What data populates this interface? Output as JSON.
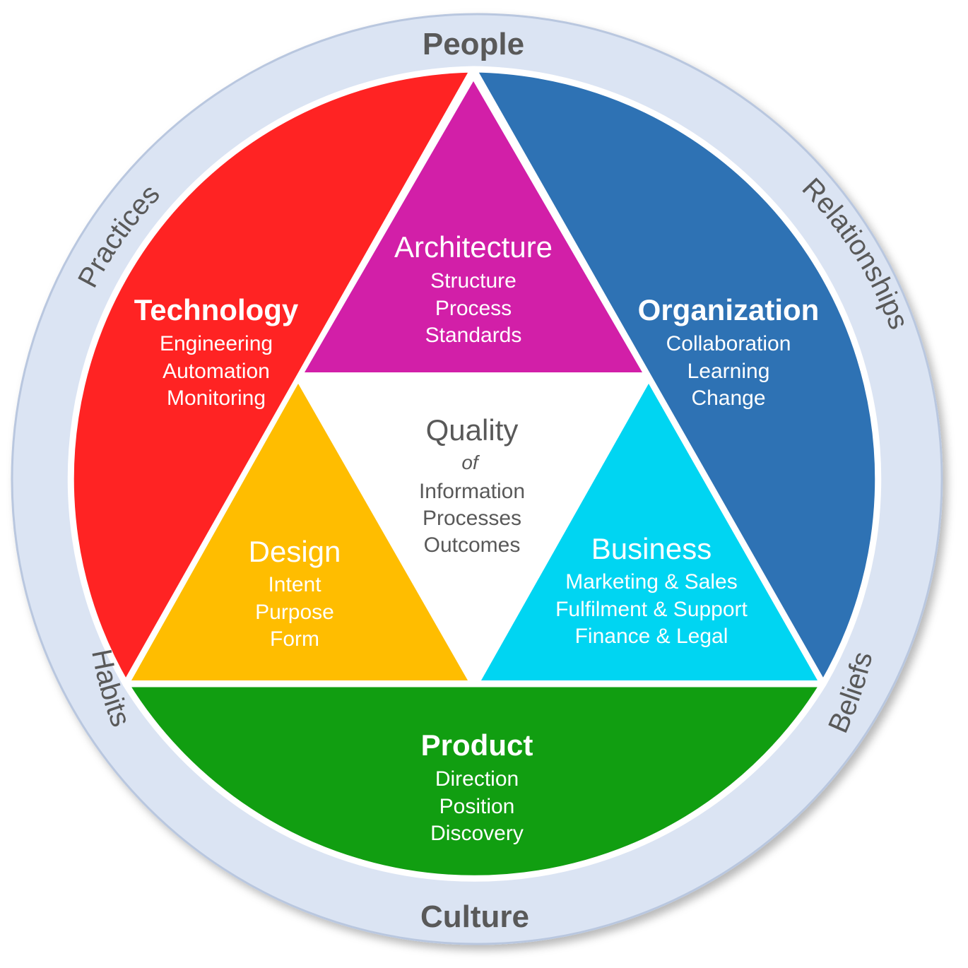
{
  "colors": {
    "ring_fill": "#dbe4f3",
    "ring_stroke": "#b9c7df",
    "ring_text": "#595959",
    "technology": "#ff2323",
    "organization": "#2e72b4",
    "product": "#119e11",
    "architecture": "#d21fa8",
    "design": "#ffbd00",
    "business": "#00d5f2",
    "center_text": "#595959",
    "white": "#ffffff"
  },
  "ring": {
    "top": "People",
    "bottom": "Culture",
    "upper_left": "Practices",
    "upper_right": "Relationships",
    "lower_left": "Habits",
    "lower_right": "Beliefs"
  },
  "segments": {
    "technology": {
      "title": "Technology",
      "items": [
        "Engineering",
        "Automation",
        "Monitoring"
      ]
    },
    "organization": {
      "title": "Organization",
      "items": [
        "Collaboration",
        "Learning",
        "Change"
      ]
    },
    "product": {
      "title": "Product",
      "items": [
        "Direction",
        "Position",
        "Discovery"
      ]
    }
  },
  "triangles": {
    "architecture": {
      "title": "Architecture",
      "items": [
        "Structure",
        "Process",
        "Standards"
      ]
    },
    "design": {
      "title": "Design",
      "items": [
        "Intent",
        "Purpose",
        "Form"
      ]
    },
    "business": {
      "title": "Business",
      "items": [
        "Marketing & Sales",
        "Fulfilment & Support",
        "Finance & Legal"
      ]
    }
  },
  "center": {
    "title": "Quality",
    "connector": "of",
    "items": [
      "Information",
      "Processes",
      "Outcomes"
    ]
  }
}
